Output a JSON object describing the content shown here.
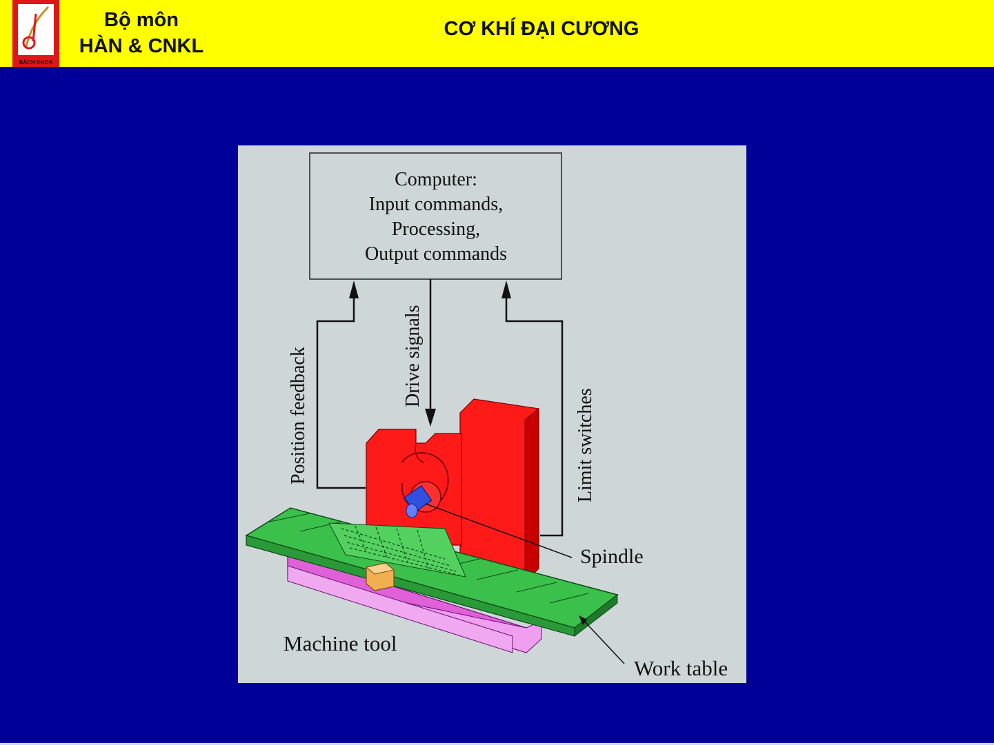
{
  "header": {
    "department_line1": "Bộ môn",
    "department_line2": "HÀN & CNKL",
    "title": "CƠ KHÍ ĐẠI CƯƠNG",
    "logo_text": "BÁCH KHOA",
    "background_color": "#ffff00"
  },
  "page": {
    "background_color": "#000099"
  },
  "diagram": {
    "computer_box_lines": [
      "Computer:",
      "Input commands,",
      "Processing,",
      "Output commands"
    ],
    "labels": {
      "position_feedback": "Position feedback",
      "drive_signals": "Drive signals",
      "limit_switches": "Limit switches",
      "spindle": "Spindle",
      "machine_tool": "Machine tool",
      "work_table": "Work table"
    },
    "colors": {
      "panel": "#cfd6d8",
      "column": "#ff1a1a",
      "work_table": "#3cc04c",
      "base": "#e060d8",
      "spindle": "#3050e0",
      "block": "#f0b050"
    }
  }
}
